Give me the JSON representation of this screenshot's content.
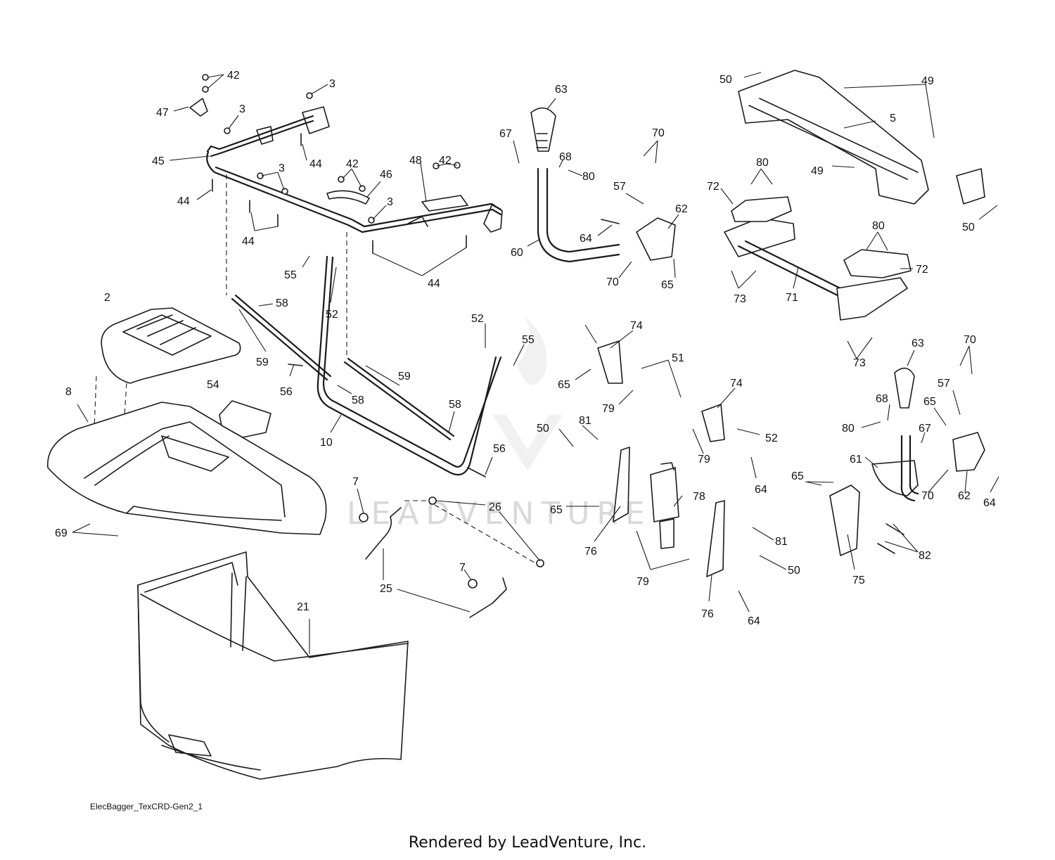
{
  "drawing_id": "ElecBagger_TexCRD-Gen2_1",
  "footer": "Rendered by LeadVenture, Inc.",
  "watermark": "LEADVENTURE",
  "callouts": [
    "2",
    "3",
    "3",
    "3",
    "3",
    "5",
    "7",
    "7",
    "8",
    "10",
    "21",
    "25",
    "26",
    "42",
    "42",
    "42",
    "44",
    "44",
    "44",
    "44",
    "45",
    "46",
    "47",
    "48",
    "49",
    "49",
    "50",
    "50",
    "50",
    "50",
    "51",
    "52",
    "52",
    "52",
    "54",
    "55",
    "55",
    "56",
    "56",
    "57",
    "57",
    "58",
    "58",
    "58",
    "59",
    "59",
    "60",
    "61",
    "62",
    "62",
    "63",
    "63",
    "64",
    "64",
    "64",
    "64",
    "65",
    "65",
    "65",
    "65",
    "65",
    "67",
    "67",
    "68",
    "68",
    "69",
    "70",
    "70",
    "70",
    "70",
    "71",
    "72",
    "72",
    "73",
    "73",
    "74",
    "74",
    "75",
    "76",
    "76",
    "78",
    "79",
    "79",
    "79",
    "80",
    "80",
    "80",
    "80",
    "81",
    "81",
    "82"
  ]
}
